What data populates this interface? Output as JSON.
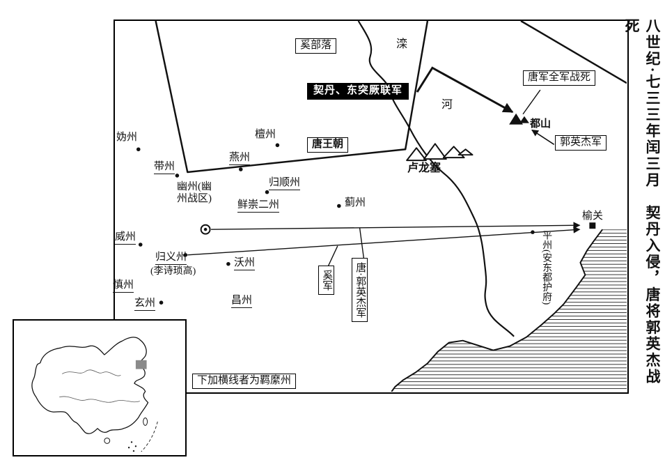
{
  "title_vertical": "八世纪·七三三年闰三月　契丹入侵，唐将郭英杰战死",
  "labels": {
    "xi_tribe": "奚部落",
    "luan_river_char1": "滦",
    "luan_river_char2": "河",
    "khitan_turk_allied_army": "契丹、东突厥联军",
    "tang_army_annihilated": "唐军全军战死",
    "du_mountain": "都山",
    "guo_yingjie_army": "郭英杰军",
    "tang_dynasty": "唐王朝",
    "lulong_fort": "卢龙塞",
    "gui_zhou": "妫州",
    "tan_zhou": "檀州",
    "dai_zhou": "带州",
    "yan_zhou": "燕州",
    "guishun_zhou": "归顺州",
    "youzhou_block": "幽州(幽州战区)",
    "xianchong_erzhou": "鲜崇二州",
    "ji_zhou": "蓟州",
    "yu_guan": "榆关",
    "wei_zhou": "威州",
    "guiyi_zhou": "归义州",
    "guiyi_note": "(李诗琐高)",
    "wo_zhou": "沃州",
    "ping_zhou": "平州(安东都护府)",
    "xi_army": "奚军",
    "tang_guo_yingjie_army": "唐·郭英杰军",
    "shen_zhou": "慎州",
    "xuan_zhou": "玄州",
    "chang_zhou": "昌州",
    "legend_note": "下加横线者为羁縻州"
  },
  "colors": {
    "ink": "#111111",
    "inverted_box_bg": "#000000",
    "inset_highlight": "#8a8a8a"
  }
}
